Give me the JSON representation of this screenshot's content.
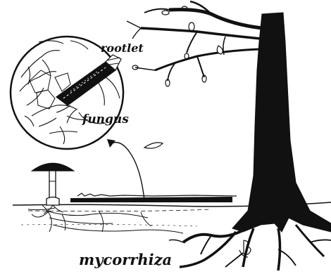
{
  "labels": {
    "rootlet": "rootlet",
    "fungus": "fungus",
    "mycorrhiza": "mycorrhiza"
  },
  "colors": {
    "ink": "#111111",
    "background": "#ffffff"
  },
  "icons": [
    "tree-illustration",
    "mushroom-illustration",
    "magnifier-inset",
    "artist-monogram"
  ]
}
